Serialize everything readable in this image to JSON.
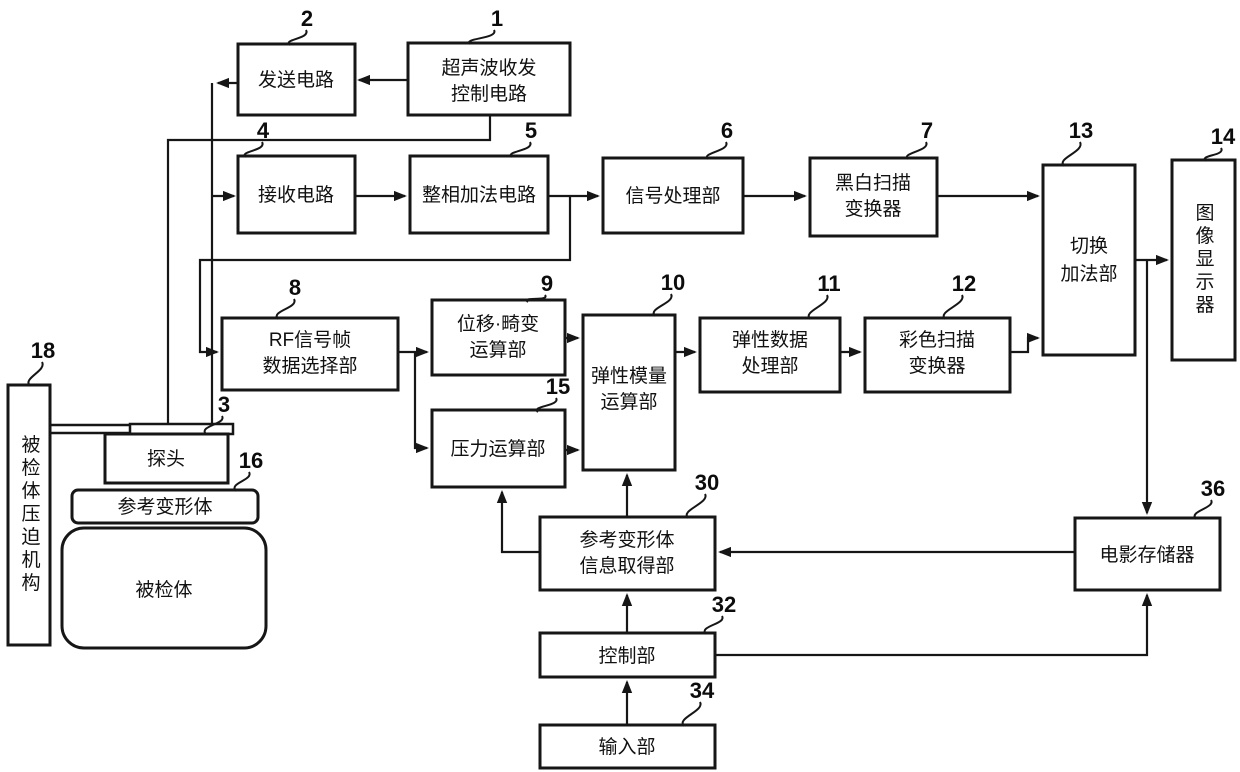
{
  "diagram": {
    "background": "#ffffff",
    "line_color": "#161616",
    "nodes": {
      "control_circuit": {
        "ref": "1",
        "line1": "超声波收发",
        "line2": "控制电路"
      },
      "transmit_circuit": {
        "ref": "2",
        "label": "发送电路"
      },
      "probe": {
        "ref": "3",
        "label": "探头"
      },
      "receive_circuit": {
        "ref": "4",
        "label": "接收电路"
      },
      "phasing_adder": {
        "ref": "5",
        "label": "整相加法电路"
      },
      "signal_processor": {
        "ref": "6",
        "label": "信号处理部"
      },
      "bw_scan_converter": {
        "ref": "7",
        "line1": "黑白扫描",
        "line2": "变换器"
      },
      "rf_frame_selector": {
        "ref": "8",
        "line1": "RF信号帧",
        "line2": "数据选择部"
      },
      "displacement_calc": {
        "ref": "9",
        "line1": "位移·畸变",
        "line2": "运算部"
      },
      "elastic_modulus_calc": {
        "ref": "10",
        "line1": "弹性模量",
        "line2": "运算部"
      },
      "elastic_data_processor": {
        "ref": "11",
        "line1": "弹性数据",
        "line2": "处理部"
      },
      "color_scan_converter": {
        "ref": "12",
        "line1": "彩色扫描",
        "line2": "变换器"
      },
      "switch_adder": {
        "ref": "13",
        "line1": "切换",
        "line2": "加法部"
      },
      "image_display": {
        "ref": "14",
        "label": "图像显示器"
      },
      "pressure_calc": {
        "ref": "15",
        "label": "压力运算部"
      },
      "reference_body": {
        "ref": "16",
        "label": "参考变形体"
      },
      "compression_mechanism": {
        "ref": "18",
        "label": "被检体压迫机构"
      },
      "reference_info_unit": {
        "ref": "30",
        "line1": "参考变形体",
        "line2": "信息取得部"
      },
      "control_unit": {
        "ref": "32",
        "label": "控制部"
      },
      "input_unit": {
        "ref": "34",
        "label": "输入部"
      },
      "cine_memory": {
        "ref": "36",
        "label": "电影存储器"
      },
      "subject": {
        "label": "被检体"
      }
    }
  }
}
